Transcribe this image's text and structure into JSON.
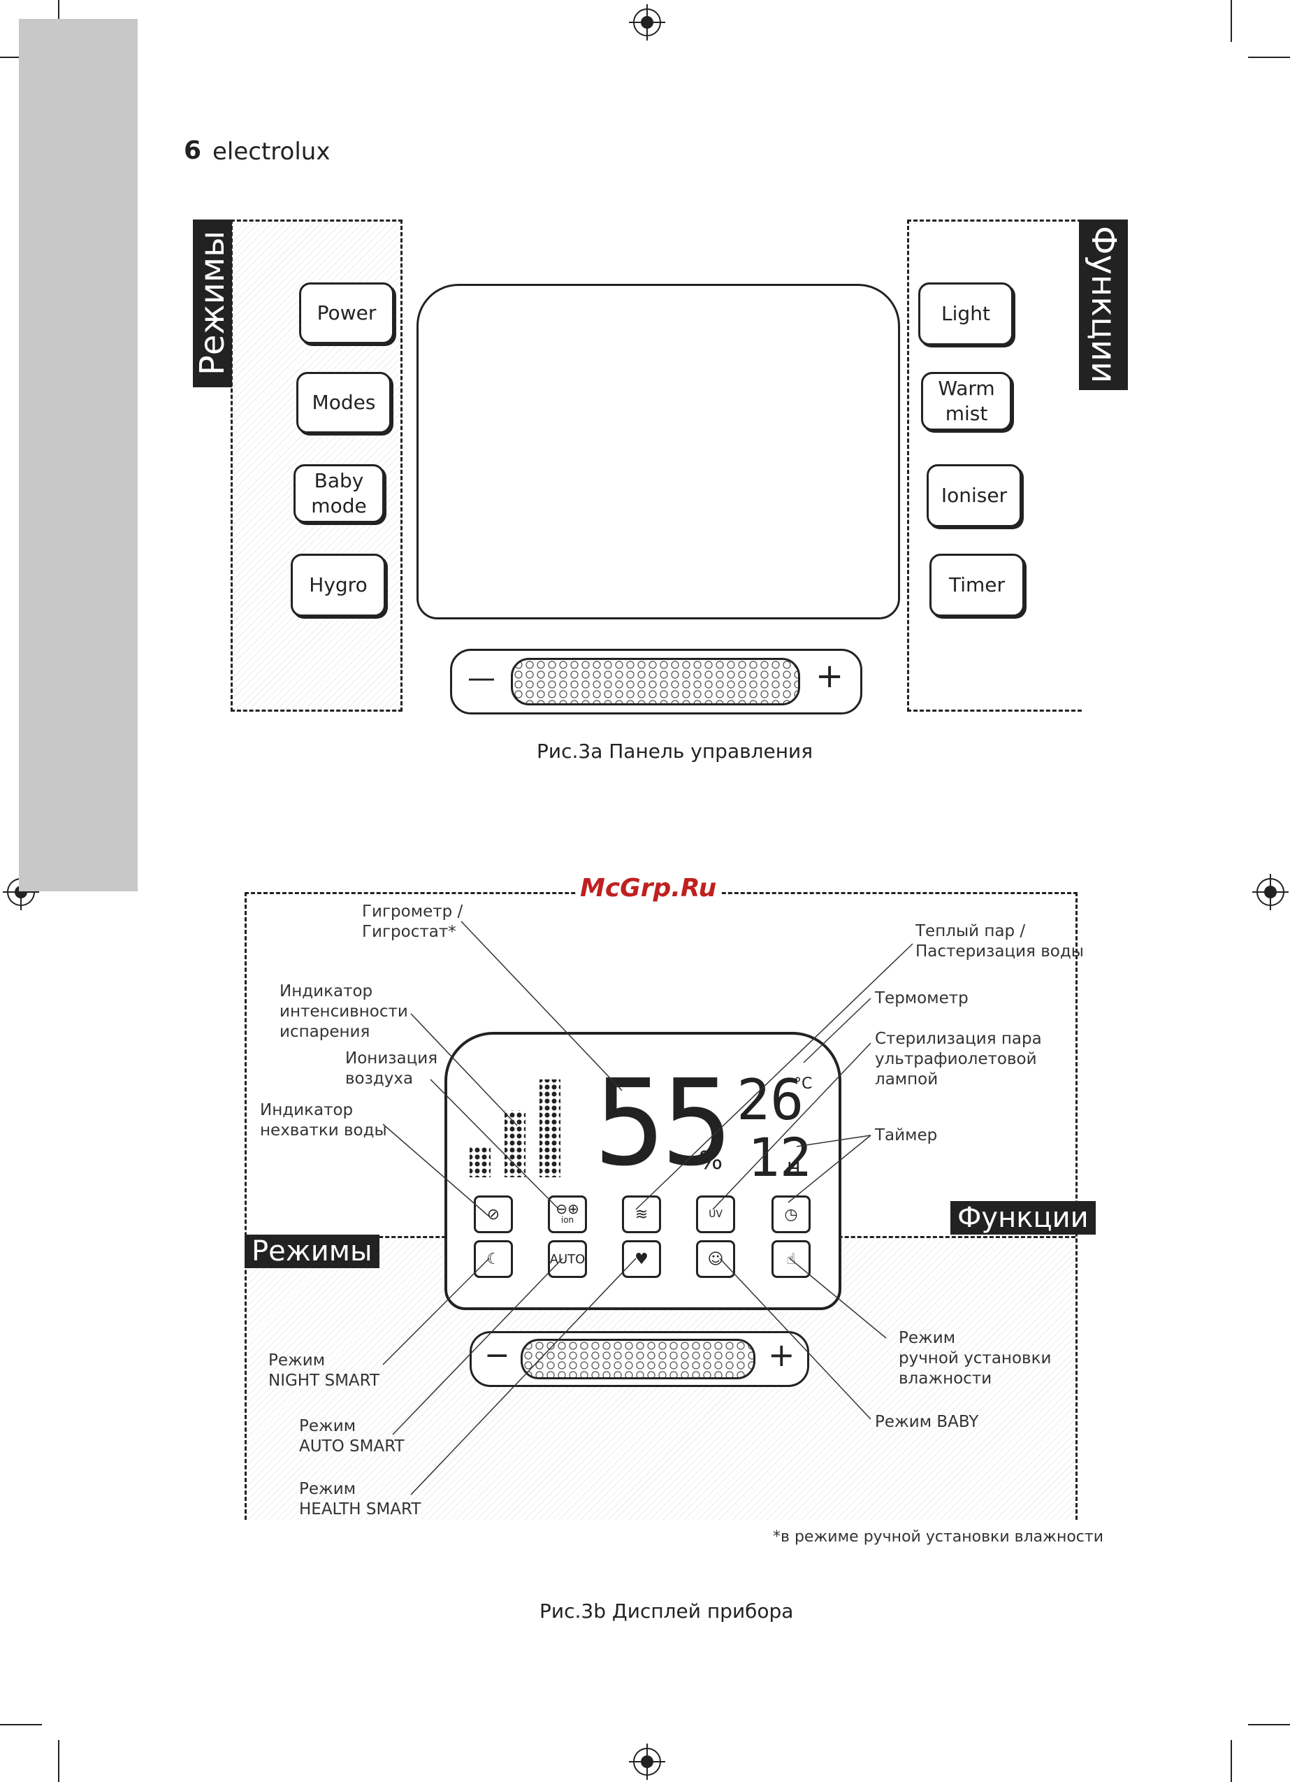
{
  "header": {
    "page_number": "6",
    "brand": "electrolux"
  },
  "watermark": "McGrp.Ru",
  "fig_a": {
    "modes_label": "Режимы",
    "functions_label": "Функции",
    "mode_buttons": [
      "Power",
      "Modes",
      "Baby mode",
      "Hygro"
    ],
    "function_buttons": [
      "Light",
      "Warm mist",
      "Ioniser",
      "Timer"
    ],
    "slider_minus": "—",
    "slider_plus": "+",
    "caption": "Рис.3а Панель управления"
  },
  "fig_b": {
    "humidity_value": "55",
    "humidity_unit": "%",
    "temp_value": "26",
    "temp_unit": "°C",
    "timer_value": "12",
    "timer_unit": "H",
    "modes_tag": "Режимы",
    "functions_tag": "Функции",
    "slider_minus": "−",
    "slider_plus": "+",
    "icons_top": [
      "water-shortage",
      "ion",
      "warm-mist",
      "uv",
      "timer"
    ],
    "icons_bottom": [
      "night",
      "AUTO",
      "health",
      "baby",
      "manual"
    ],
    "ion_label": "ion",
    "auto_label": "AUTO",
    "uv_label": "UV",
    "annotations": {
      "hygrometer": "Гигрометр /\nГигростат*",
      "evap_indicator": "Индикатор\nинтенсивности\nиспарения",
      "ionization": "Ионизация\nвоздуха",
      "water_shortage": "Индикатор\nнехватки воды",
      "warm_steam": "Теплый пар /\nПастеризация воды",
      "thermometer": "Термометр",
      "uv_sterilization": "Стерилизация пара\nультрафиолетовой\nлампой",
      "timer": "Таймер",
      "manual_mode": "Режим\nручной установки\nвлажности",
      "baby_mode": "Режим BABY",
      "night_smart": "Режим\nNIGHT SMART",
      "auto_smart": "Режим\nAUTO SMART",
      "health_smart": "Режим\nHEALTH SMART"
    },
    "footnote": "*в режиме ручной установки влажности",
    "caption": "Рис.3b Дисплей прибора"
  }
}
